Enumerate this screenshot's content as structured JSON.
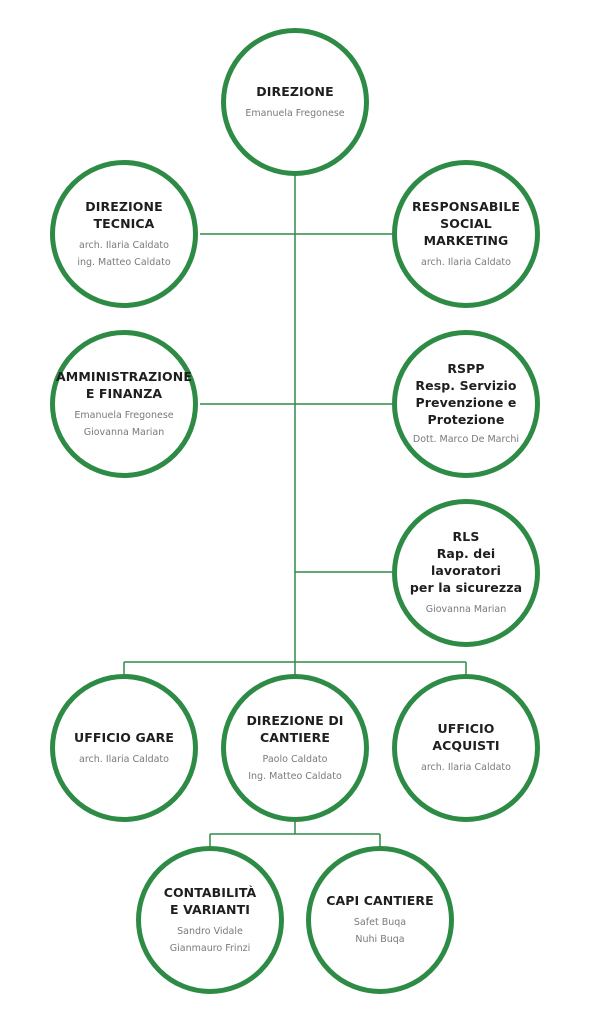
{
  "colors": {
    "accent": "#2e8b46",
    "title": "#1e1e1e",
    "subtitle": "#7a7a7a"
  },
  "nodes": {
    "direzione": {
      "title": "DIREZIONE",
      "names": [
        "Emanuela Fregonese"
      ]
    },
    "direzione_tecnica": {
      "title": "DIREZIONE TECNICA",
      "names": [
        "arch. Ilaria Caldato",
        "ing. Matteo Caldato"
      ]
    },
    "social_marketing": {
      "title": "RESPONSABILE\nSOCIAL MARKETING",
      "names": [
        "arch. Ilaria Caldato"
      ]
    },
    "amministrazione": {
      "title": "AMMINISTRAZIONE\nE FINANZA",
      "names": [
        "Emanuela Fregonese",
        "Giovanna Marian"
      ]
    },
    "rspp": {
      "title": "RSPP\nResp. Servizio\nPrevenzione e\nProtezione",
      "names": [
        "Dott. Marco De Marchi"
      ]
    },
    "rls": {
      "title": "RLS\nRap. dei lavoratori\nper la sicurezza",
      "names": [
        "Giovanna Marian"
      ]
    },
    "ufficio_gare": {
      "title": "UFFICIO GARE",
      "names": [
        "arch. Ilaria Caldato"
      ]
    },
    "direzione_cantiere": {
      "title": "DIREZIONE DI\nCANTIERE",
      "names": [
        "Paolo Caldato",
        "Ing. Matteo Caldato"
      ]
    },
    "ufficio_acquisti": {
      "title": "UFFICIO ACQUISTI",
      "names": [
        "arch. Ilaria Caldato"
      ]
    },
    "contabilita": {
      "title": "CONTABILITÀ\nE VARIANTI",
      "names": [
        "Sandro Vidale",
        "Gianmauro Frinzi"
      ]
    },
    "capi_cantiere": {
      "title": "CAPI CANTIERE",
      "names": [
        "Safet Buqa",
        "Nuhi Buqa"
      ]
    }
  }
}
